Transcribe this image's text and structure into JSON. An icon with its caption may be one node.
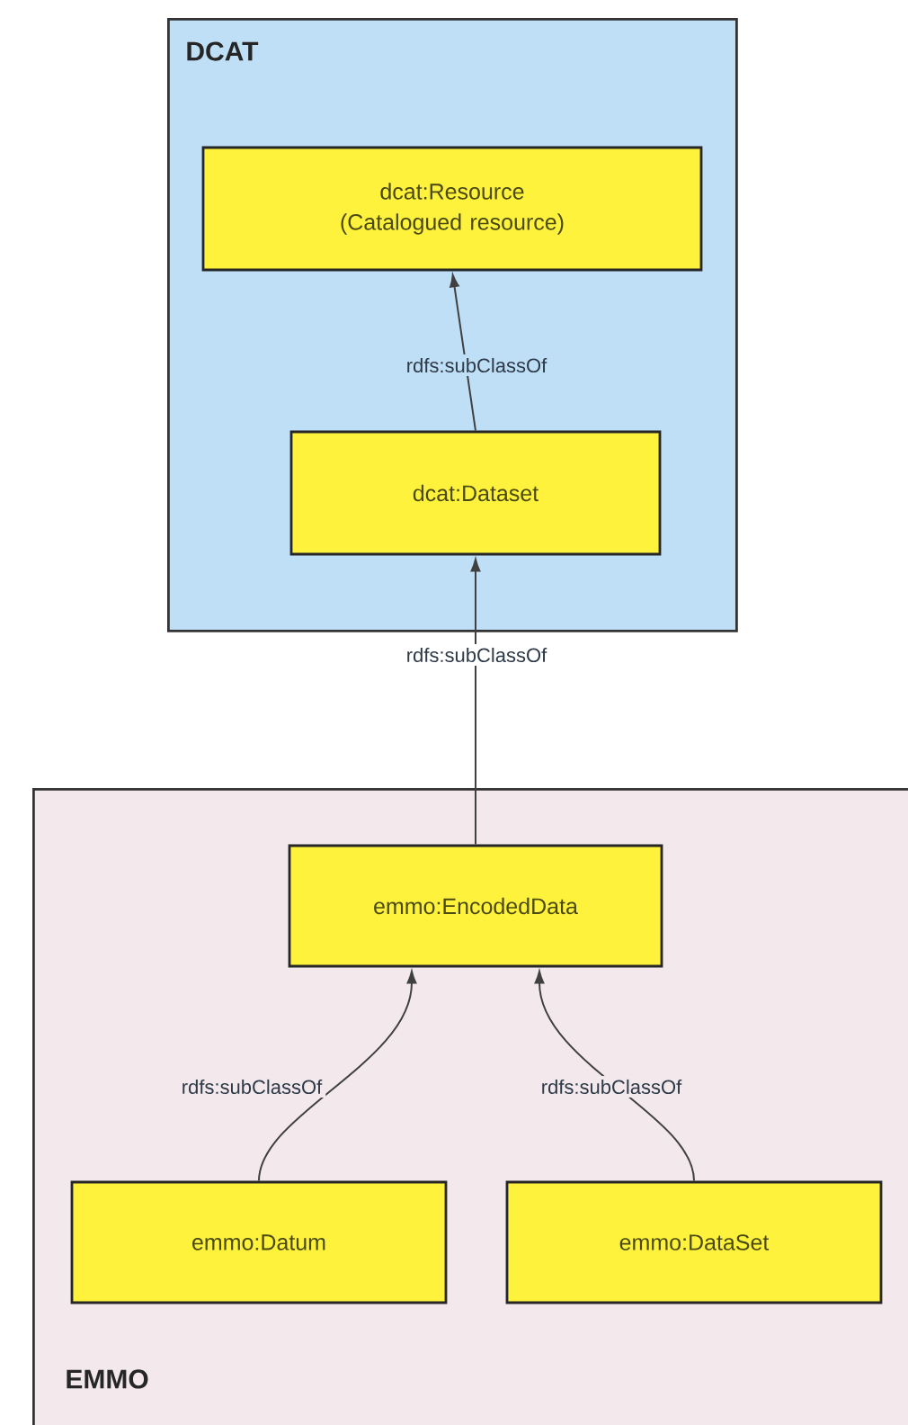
{
  "diagram": {
    "nodes": [
      {
        "text": [
          "DCAT"
        ]
      },
      {
        "text": [
          "dcat:Resource (Catalogued resource)"
        ],
        "in": 0
      },
      {
        "text": [
          "dcat:Dataset"
        ],
        "in": 0
      },
      {
        "text": [
          "EMMO"
        ]
      },
      {
        "text": [
          "emmo:EncodedData"
        ],
        "in": 3
      },
      {
        "text": [
          "emmo:Datum"
        ],
        "in": 3
      },
      {
        "text": [
          "emmo:DataSet"
        ],
        "in": 3
      }
    ],
    "edges": [
      {
        "from": 2,
        "to": 1,
        "arrow": "to",
        "label": "rdfs:subClassOf"
      },
      {
        "from": 4,
        "to": 2,
        "arrow": "to",
        "label": "rdfs:subClassOf"
      },
      {
        "from": 5,
        "to": 4,
        "arrow": "to",
        "label": "rdfs:subClassOf"
      },
      {
        "from": 6,
        "to": 4,
        "arrow": "to",
        "label": "rdfs:subClassOf"
      }
    ]
  }
}
